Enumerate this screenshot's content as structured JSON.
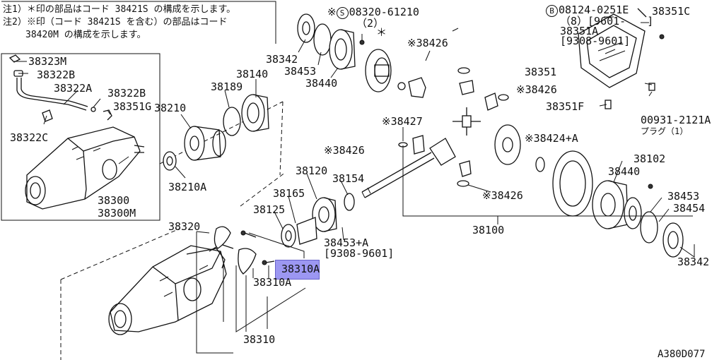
{
  "notes": {
    "line1": "注1）＊印の部品はコード 38421S の構成を示します。",
    "line2": "注2）※印（コード 38421S を含む）の部品はコード",
    "line3": "38420M の構成を示します。"
  },
  "diagram_id": "A380D077",
  "highlight": {
    "label": "38310A",
    "color": "#9c97f2"
  },
  "labels": {
    "p38323M": "38323M",
    "p38322B_top": "38322B",
    "p38322A": "38322A",
    "p38322B_mid": "38322B",
    "p38351G": "38351G",
    "p38322C": "38322C",
    "p38300": "38300",
    "p38300M": "38300M",
    "p38342_top": "38342",
    "p38453_top": "38453",
    "p38440_top": "38440",
    "bolt_s_prefix": "※",
    "bolt_s_letter": "S",
    "bolt_s_code": "08320-61210",
    "bolt_s_qty": "（2）",
    "star_mark": "＊",
    "p38426_a": "※38426",
    "bolt_b_letter": "B",
    "bolt_b_code": "08124-0251E",
    "bolt_b_qty": "（8）[9601-　　]",
    "p38351A": "38351A",
    "p38351A_range": "[9308-9601]",
    "p38351C": "38351C",
    "p38351": "38351",
    "p38426_b": "※38426",
    "p38351F": "38351F",
    "plug_code": "00931-2121A",
    "plug_name": "プラグ（1）",
    "p38140": "38140",
    "p38189": "38189",
    "p38210": "38210",
    "p38210A": "38210A",
    "p38427": "※38427",
    "p38426_c": "※38426",
    "p38424A": "※38424+A",
    "p38120": "38120",
    "p38154": "38154",
    "p38165": "38165",
    "p38125": "38125",
    "p38453A": "38453+A",
    "p38453A_range": "[9308-9601]",
    "p38426_d": "※38426",
    "p38100": "38100",
    "p38102": "38102",
    "p38440_right": "38440",
    "p38453_right": "38453",
    "p38454": "38454",
    "p38342_right": "38342",
    "p38320": "38320",
    "p38310A_lower": "38310A",
    "p38310": "38310"
  }
}
